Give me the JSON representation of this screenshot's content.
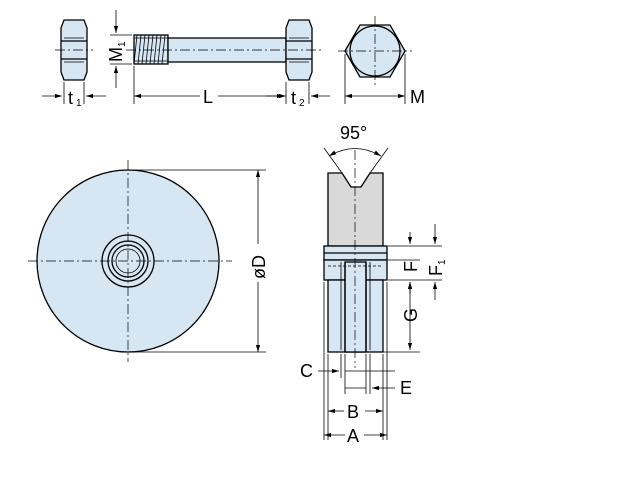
{
  "labels": {
    "t1": "t",
    "t1_sub": "1",
    "L": "L",
    "t2": "t",
    "t2_sub": "2",
    "M": "M",
    "M1": "M",
    "M1_sub": "1",
    "angle": "95°",
    "D": "øD",
    "F": "F",
    "F1": "F",
    "F1_sub": "1",
    "G": "G",
    "C": "C",
    "E": "E",
    "B": "B",
    "A": "A"
  }
}
